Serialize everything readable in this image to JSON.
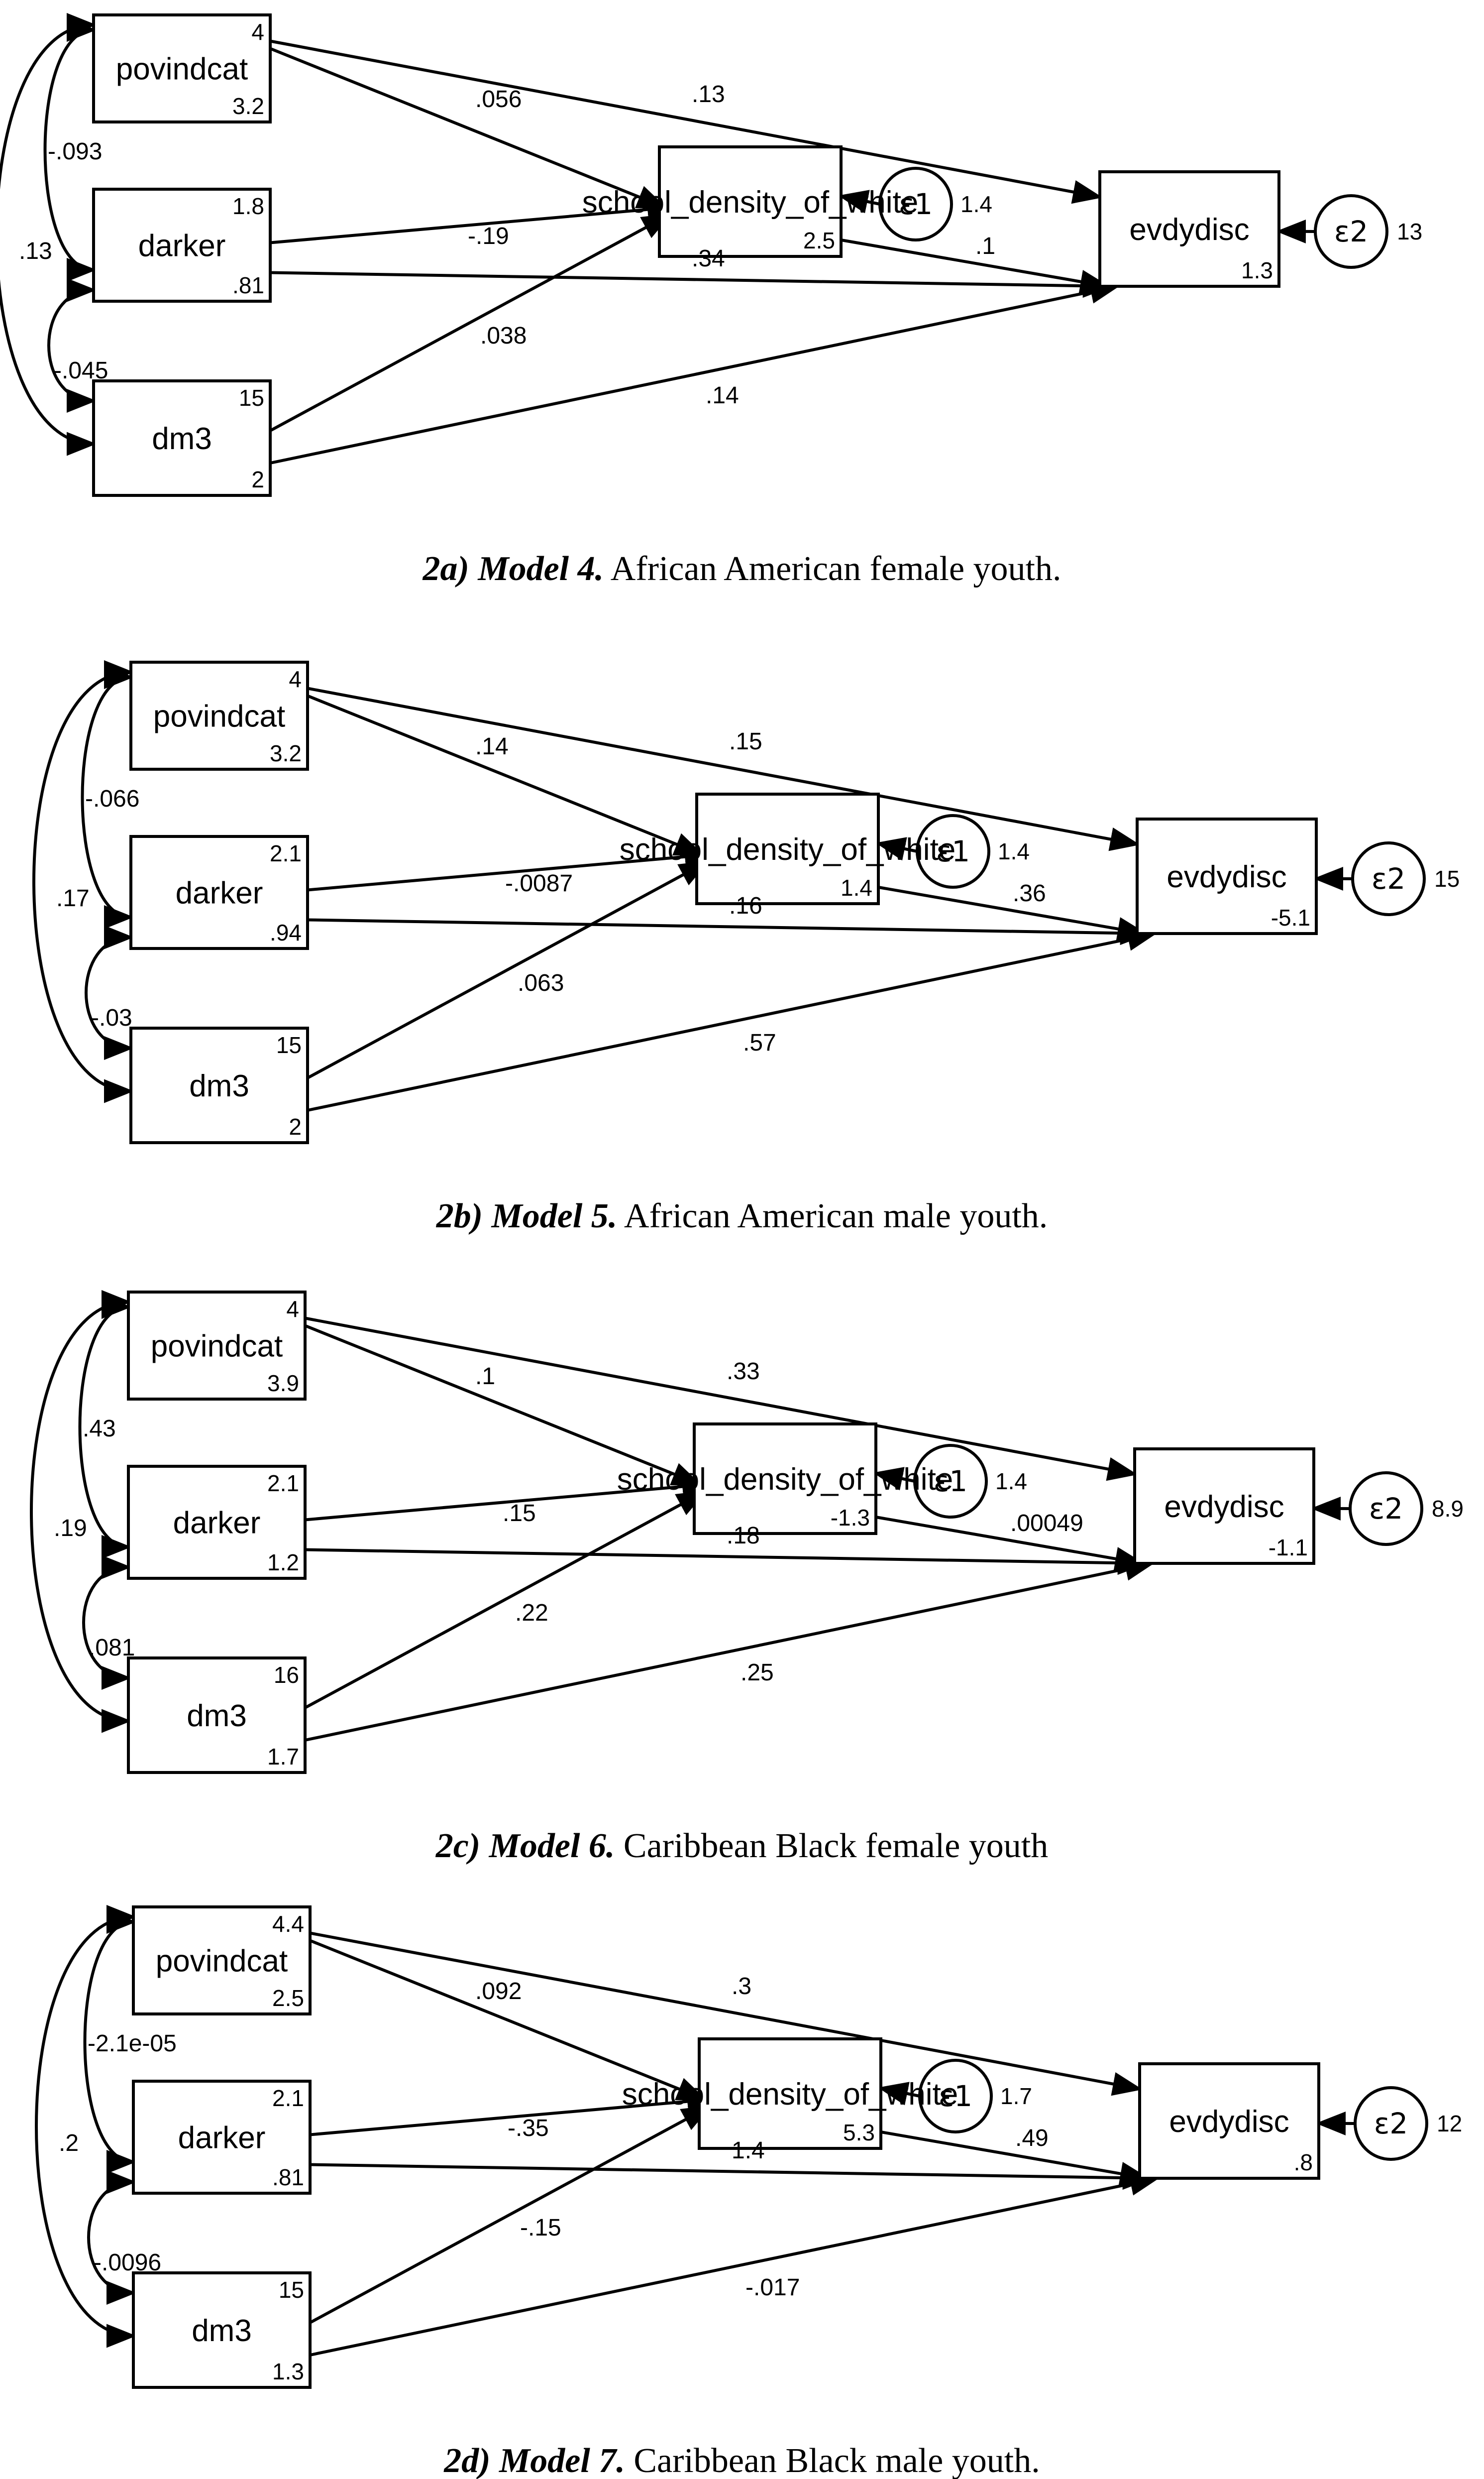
{
  "colors": {
    "ink": "#000000",
    "background": "#ffffff"
  },
  "panels": [
    {
      "caption_bold": "2a) Model 4.",
      "caption_text": " African American female youth.",
      "nodes": {
        "povindcat": {
          "label": "povindcat",
          "top": "4",
          "bottom": "3.2"
        },
        "darker": {
          "label": "darker",
          "top": "1.8",
          "bottom": ".81"
        },
        "dm3": {
          "label": "dm3",
          "top": "15",
          "bottom": "2"
        },
        "school": {
          "label": "school_density_of_white",
          "bottom": "2.5"
        },
        "evdydisc": {
          "label": "evdydisc",
          "bottom": "1.3"
        }
      },
      "error1": {
        "symbol": "ε1",
        "variance": "1.4"
      },
      "error2": {
        "symbol": "ε2",
        "variance": "13"
      },
      "covariances": {
        "pov_dark": "-.093",
        "pov_dm3": ".13",
        "dark_dm3": "-.045"
      },
      "paths": {
        "pov_school": ".056",
        "pov_evdy": ".13",
        "dark_school": "-.19",
        "dark_evdy": ".34",
        "dm3_school": ".038",
        "dm3_evdy": ".14",
        "school_evdy": ".1"
      }
    },
    {
      "caption_bold": "2b) Model 5.",
      "caption_text": " African American male youth.",
      "nodes": {
        "povindcat": {
          "label": "povindcat",
          "top": "4",
          "bottom": "3.2"
        },
        "darker": {
          "label": "darker",
          "top": "2.1",
          "bottom": ".94"
        },
        "dm3": {
          "label": "dm3",
          "top": "15",
          "bottom": "2"
        },
        "school": {
          "label": "school_density_of_white",
          "bottom": "1.4"
        },
        "evdydisc": {
          "label": "evdydisc",
          "bottom": "-5.1"
        }
      },
      "error1": {
        "symbol": "ε1",
        "variance": "1.4"
      },
      "error2": {
        "symbol": "ε2",
        "variance": "15"
      },
      "covariances": {
        "pov_dark": "-.066",
        "pov_dm3": ".17",
        "dark_dm3": "-.03"
      },
      "paths": {
        "pov_school": ".14",
        "pov_evdy": ".15",
        "dark_school": "-.0087",
        "dark_evdy": ".16",
        "dm3_school": ".063",
        "dm3_evdy": ".57",
        "school_evdy": ".36"
      }
    },
    {
      "caption_bold": "2c) Model 6.",
      "caption_text": "  Caribbean Black female youth",
      "nodes": {
        "povindcat": {
          "label": "povindcat",
          "top": "4",
          "bottom": "3.9"
        },
        "darker": {
          "label": "darker",
          "top": "2.1",
          "bottom": "1.2"
        },
        "dm3": {
          "label": "dm3",
          "top": "16",
          "bottom": "1.7"
        },
        "school": {
          "label": "school_density_of_white",
          "bottom": "-1.3"
        },
        "evdydisc": {
          "label": "evdydisc",
          "bottom": "-1.1"
        }
      },
      "error1": {
        "symbol": "ε1",
        "variance": "1.4"
      },
      "error2": {
        "symbol": "ε2",
        "variance": "8.9"
      },
      "covariances": {
        "pov_dark": ".43",
        "pov_dm3": ".19",
        "dark_dm3": ".081"
      },
      "paths": {
        "pov_school": ".1",
        "pov_evdy": ".33",
        "dark_school": ".15",
        "dark_evdy": ".18",
        "dm3_school": ".22",
        "dm3_evdy": ".25",
        "school_evdy": ".00049"
      }
    },
    {
      "caption_bold": "2d) Model 7.",
      "caption_text": " Caribbean Black male youth.",
      "nodes": {
        "povindcat": {
          "label": "povindcat",
          "top": "4.4",
          "bottom": "2.5"
        },
        "darker": {
          "label": "darker",
          "top": "2.1",
          "bottom": ".81"
        },
        "dm3": {
          "label": "dm3",
          "top": "15",
          "bottom": "1.3"
        },
        "school": {
          "label": "school_density_of_white",
          "bottom": "5.3"
        },
        "evdydisc": {
          "label": "evdydisc",
          "bottom": ".8"
        }
      },
      "error1": {
        "symbol": "ε1",
        "variance": "1.7"
      },
      "error2": {
        "symbol": "ε2",
        "variance": "12"
      },
      "covariances": {
        "pov_dark": "-2.1e-05",
        "pov_dm3": ".2",
        "dark_dm3": "-.0096"
      },
      "paths": {
        "pov_school": ".092",
        "pov_evdy": ".3",
        "dark_school": "-.35",
        "dark_evdy": "1.4",
        "dm3_school": "-.15",
        "dm3_evdy": "-.017",
        "school_evdy": ".49"
      }
    }
  ]
}
